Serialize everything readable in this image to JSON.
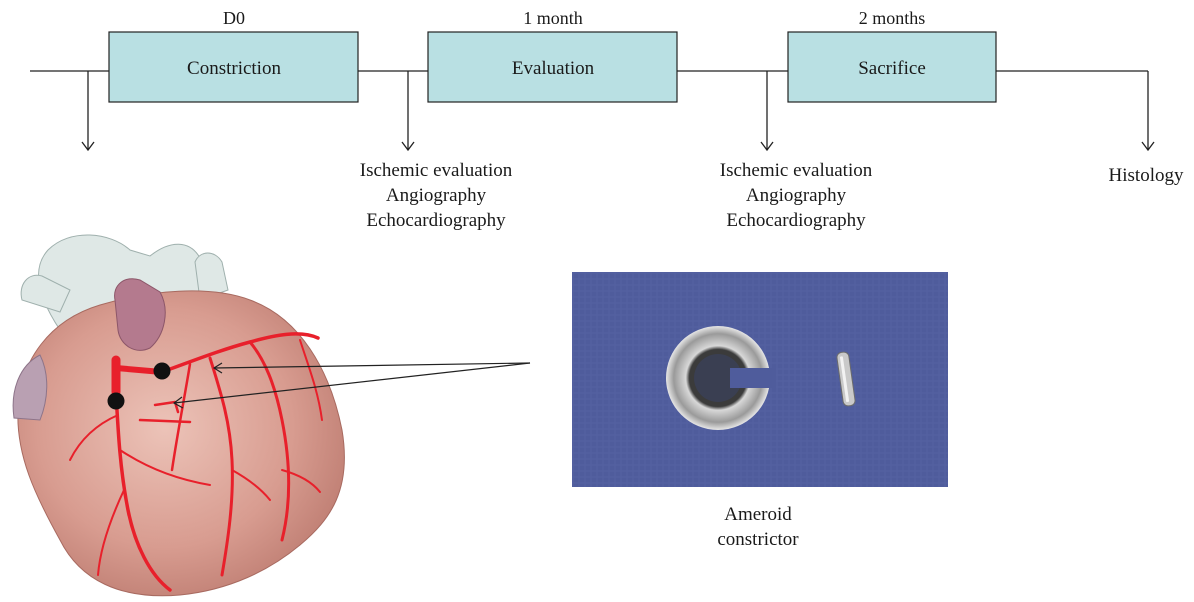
{
  "timeline": {
    "stages": [
      {
        "time": "D0",
        "label": "Constriction"
      },
      {
        "time": "1 month",
        "label": "Evaluation"
      },
      {
        "time": "2 months",
        "label": "Sacrifice"
      }
    ],
    "evaluations": [
      {
        "lines": [
          "Ischemic evaluation",
          "Angiography",
          "Echocardiography"
        ]
      },
      {
        "lines": [
          "Ischemic evaluation",
          "Angiography",
          "Echocardiography"
        ]
      }
    ],
    "final": {
      "label": "Histology"
    }
  },
  "photo": {
    "caption_lines": [
      "Ameroid",
      "constrictor"
    ]
  },
  "colors": {
    "box_fill": "#b9e0e3",
    "box_stroke": "#222222",
    "artery": "#e8202b",
    "photo_bg": "#4f5c9c"
  }
}
